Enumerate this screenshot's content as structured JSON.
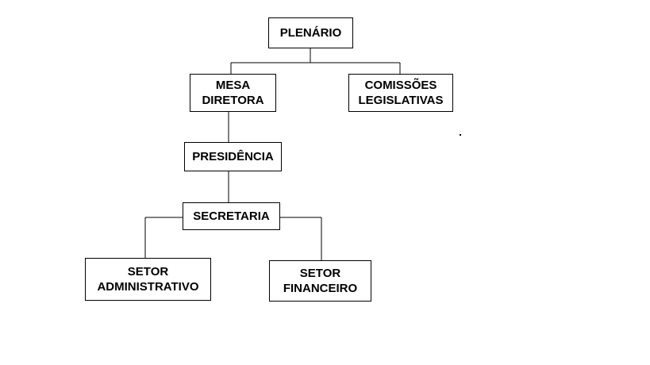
{
  "diagram": {
    "nodes": {
      "plenario": {
        "lines": [
          "PLENÁRIO"
        ]
      },
      "mesa_diretora": {
        "lines": [
          "MESA",
          "DIRETORA"
        ]
      },
      "comissoes_legislativas": {
        "lines": [
          "COMISSÕES",
          "LEGISLATIVAS"
        ]
      },
      "presidencia": {
        "lines": [
          "PRESIDÊNCIA"
        ]
      },
      "secretaria": {
        "lines": [
          "SECRETARIA"
        ]
      },
      "setor_administrativo": {
        "lines": [
          "SETOR",
          "ADMINISTRATIVO"
        ]
      },
      "setor_financeiro": {
        "lines": [
          "SETOR",
          "FINANCEIRO"
        ]
      }
    },
    "edges": [
      [
        "plenario",
        "mesa_diretora"
      ],
      [
        "plenario",
        "comissoes_legislativas"
      ],
      [
        "mesa_diretora",
        "presidencia"
      ],
      [
        "presidencia",
        "secretaria"
      ],
      [
        "secretaria",
        "setor_administrativo"
      ],
      [
        "secretaria",
        "setor_financeiro"
      ]
    ]
  }
}
